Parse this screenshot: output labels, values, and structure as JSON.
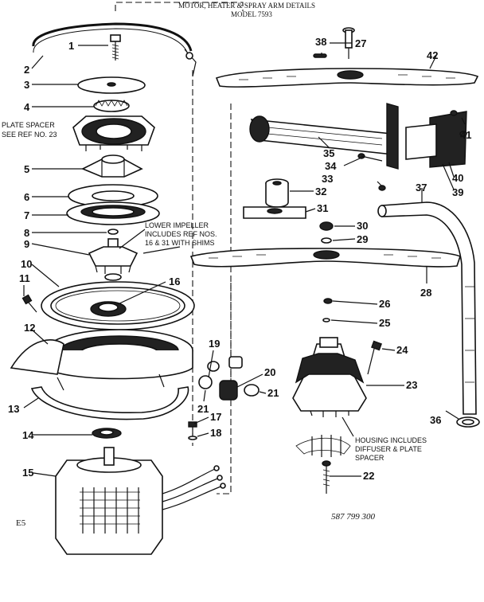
{
  "title_lines": [
    "MOTOR, HEATER & SPRAY ARM DETAILS",
    "MODEL 7593"
  ],
  "notes": {
    "plate_spacer": [
      "PLATE SPACER",
      "SEE REF NO. 23"
    ],
    "lower_impeller": [
      "LOWER IMPELLER",
      "INCLUDES REF NOS.",
      "16 & 31 WITH SHIMS"
    ],
    "housing": [
      "HOUSING INCLUDES",
      "DIFFUSER & PLATE",
      "SPACER"
    ]
  },
  "corner_code": "E5",
  "drawing_number": "587 799 300",
  "callouts": [
    "1",
    "2",
    "3",
    "4",
    "5",
    "6",
    "7",
    "8",
    "9",
    "10",
    "11",
    "12",
    "13",
    "14",
    "15",
    "16",
    "17",
    "18",
    "19",
    "20",
    "21",
    "21",
    "22",
    "23",
    "24",
    "25",
    "26",
    "27",
    "28",
    "29",
    "30",
    "31",
    "32",
    "33",
    "34",
    "35",
    "36",
    "37",
    "38",
    "39",
    "40",
    "41",
    "42"
  ]
}
